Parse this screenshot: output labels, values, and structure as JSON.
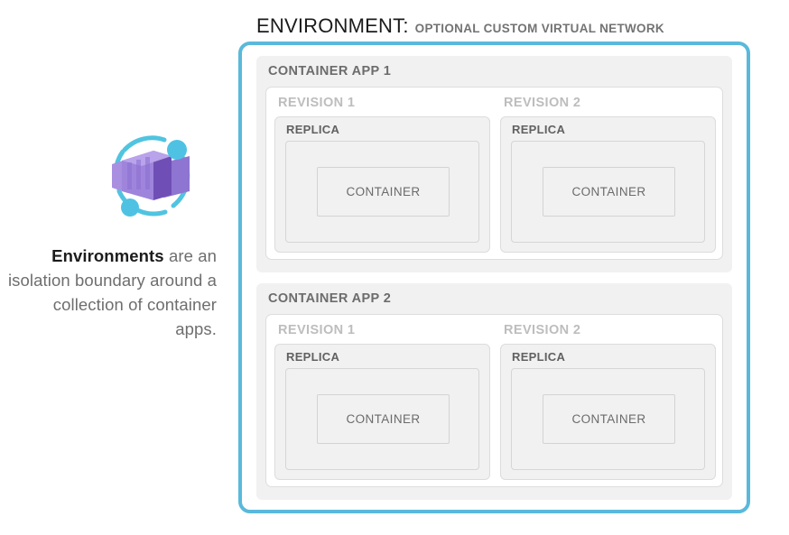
{
  "title": {
    "main": "ENVIRONMENT:",
    "sub": "OPTIONAL CUSTOM VIRTUAL NETWORK"
  },
  "caption": {
    "strong": "Environments",
    "rest": " are an isolation boundary around a collection of container apps."
  },
  "icon": {
    "name": "azure-container-apps-icon",
    "box_color": "#8661c5",
    "box_light": "#a98fe0",
    "box_dark": "#6f4fb5",
    "orbit_color": "#50c4e0"
  },
  "colors": {
    "environment_border": "#5ab9db",
    "app_panel_bg": "#f1f1f1",
    "revision_wrap_bg": "#ffffff",
    "box_border": "#dcdcdc",
    "label_dark": "#6c6c6c",
    "label_light": "#bdbdbd",
    "text_gray": "#6e6e6e",
    "text_black": "#1b1b1b"
  },
  "environment": {
    "name": "ENVIRONMENT",
    "container_apps": [
      {
        "label": "CONTAINER APP 1",
        "revisions": [
          {
            "label": "REVISION 1",
            "replica_label": "REPLICA",
            "container_label": "CONTAINER"
          },
          {
            "label": "REVISION 2",
            "replica_label": "REPLICA",
            "container_label": "CONTAINER"
          }
        ]
      },
      {
        "label": "CONTAINER APP 2",
        "revisions": [
          {
            "label": "REVISION 1",
            "replica_label": "REPLICA",
            "container_label": "CONTAINER"
          },
          {
            "label": "REVISION 2",
            "replica_label": "REPLICA",
            "container_label": "CONTAINER"
          }
        ]
      }
    ]
  }
}
